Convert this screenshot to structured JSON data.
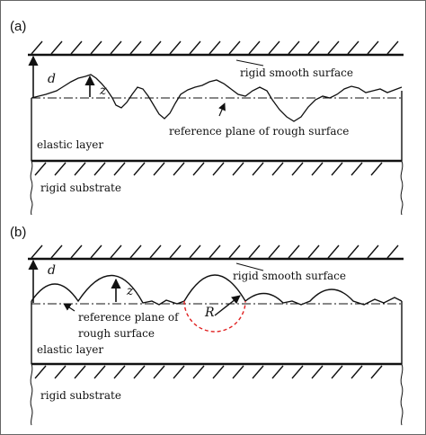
{
  "panel_a": {
    "tag": "(a)",
    "d_label": "d",
    "z_label": "z",
    "rigid_smooth_surface": "rigid smooth surface",
    "reference_plane": "reference plane of rough surface",
    "elastic_layer": "elastic layer",
    "rigid_substrate": "rigid substrate"
  },
  "panel_b": {
    "tag": "(b)",
    "d_label": "d",
    "z_label": "z",
    "r_label": "R",
    "rigid_smooth_surface": "rigid smooth surface",
    "reference_plane_line1": "reference plane of",
    "reference_plane_line2": "rough surface",
    "elastic_layer": "elastic layer",
    "rigid_substrate": "rigid substrate"
  },
  "colors": {
    "line": "#111111",
    "dashed_circle": "#e02020"
  }
}
